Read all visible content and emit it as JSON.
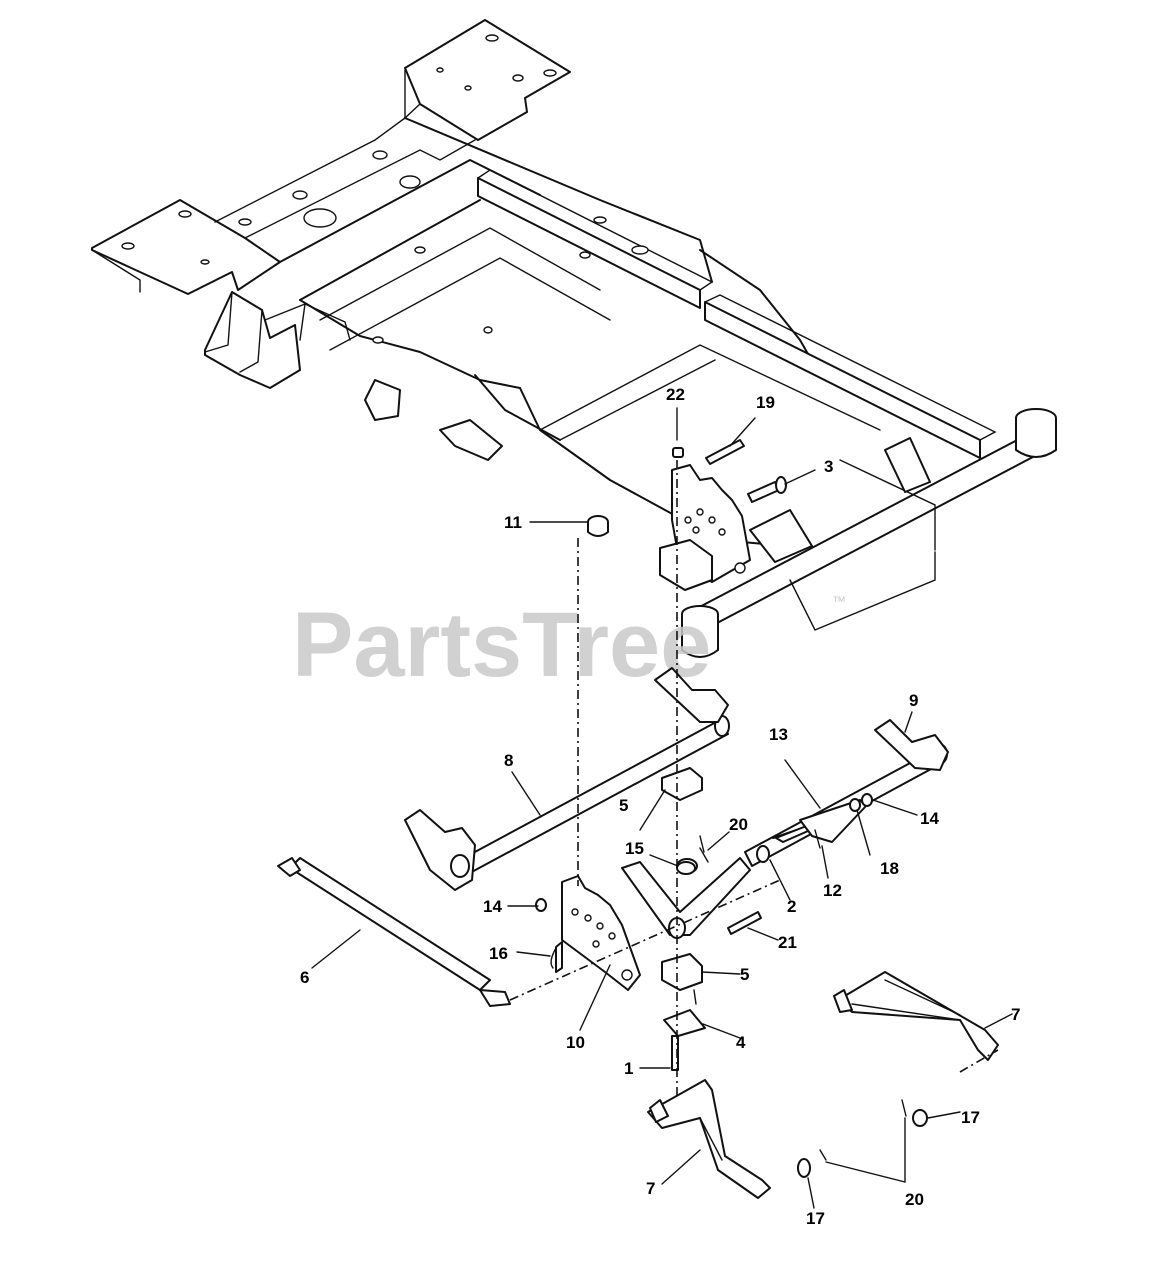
{
  "watermark": {
    "text": "PartsTree",
    "mark": "™"
  },
  "callouts": [
    "22",
    "19",
    "3",
    "11",
    "9",
    "13",
    "8",
    "5",
    "14",
    "20",
    "15",
    "18",
    "12",
    "2",
    "14",
    "16",
    "6",
    "21",
    "10",
    "5",
    "7",
    "4",
    "1",
    "17",
    "7",
    "17",
    "20"
  ]
}
